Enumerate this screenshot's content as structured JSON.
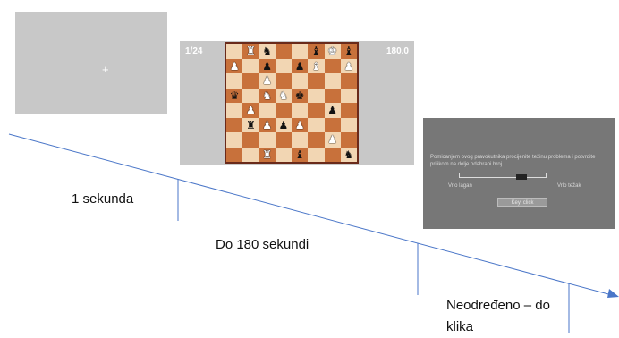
{
  "fixation_screen": {
    "cross": "+"
  },
  "chess_screen": {
    "counter": "1/24",
    "timer": "180.0",
    "board": [
      [
        "",
        "R",
        "n",
        "",
        "",
        "b",
        "K",
        "b"
      ],
      [
        "P",
        "",
        "p",
        "",
        "p",
        "B",
        "",
        "P"
      ],
      [
        "",
        "",
        "P",
        "",
        "",
        "",
        "",
        ""
      ],
      [
        "q",
        "",
        "N",
        "N",
        "k",
        "",
        "",
        ""
      ],
      [
        "",
        "P",
        "",
        "",
        "",
        "",
        "p",
        ""
      ],
      [
        "",
        "r",
        "P",
        "p",
        "P",
        "",
        "",
        ""
      ],
      [
        "",
        "",
        "",
        "",
        "",
        "",
        "P",
        ""
      ],
      [
        "",
        "",
        "R",
        "",
        "b",
        "",
        "",
        "n"
      ]
    ]
  },
  "rating_screen": {
    "instruction": "Pomicanjem ovog pravokutnika procijenite težinu problema i potvrdite prilikom na dolje odabrani broj",
    "scale_min_label": "Vrlo lagan",
    "scale_max_label": "Vrlo težak",
    "button_label": "Key, click",
    "scale_value": 0.65
  },
  "timeline": {
    "durations": [
      "1 sekunda",
      "Do 180 sekundi",
      "Neodređeno – do klika"
    ],
    "line_color": "#4a76c8"
  }
}
